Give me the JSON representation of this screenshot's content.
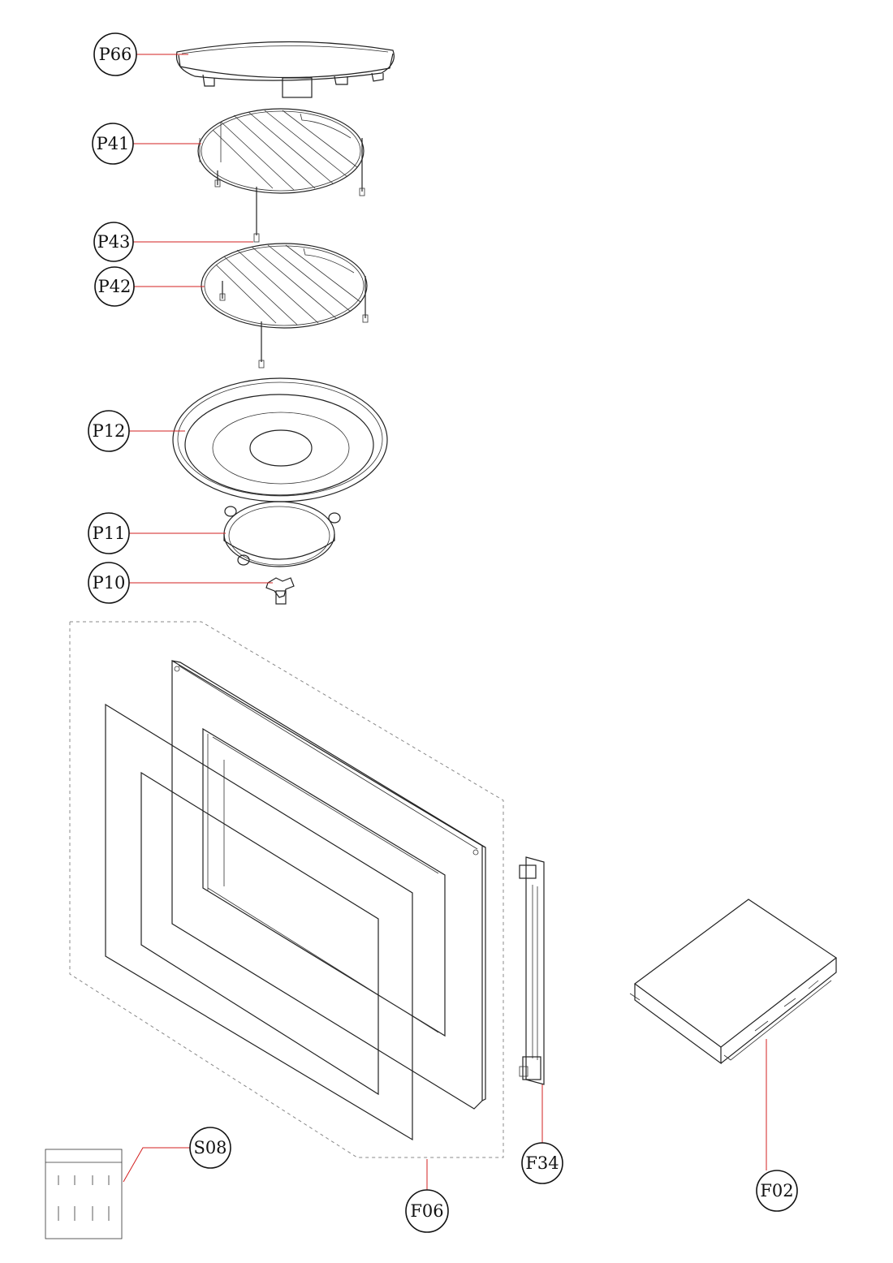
{
  "callouts": {
    "p66": "P66",
    "p41": "P41",
    "p43": "P43",
    "p42": "P42",
    "p12": "P12",
    "p11": "P11",
    "p10": "P10",
    "s08": "S08",
    "f06": "F06",
    "f34": "F34",
    "f02": "F02"
  },
  "colors": {
    "leader_line": "#d32020",
    "outline": "#222222",
    "assembly_dash": "#888888"
  }
}
